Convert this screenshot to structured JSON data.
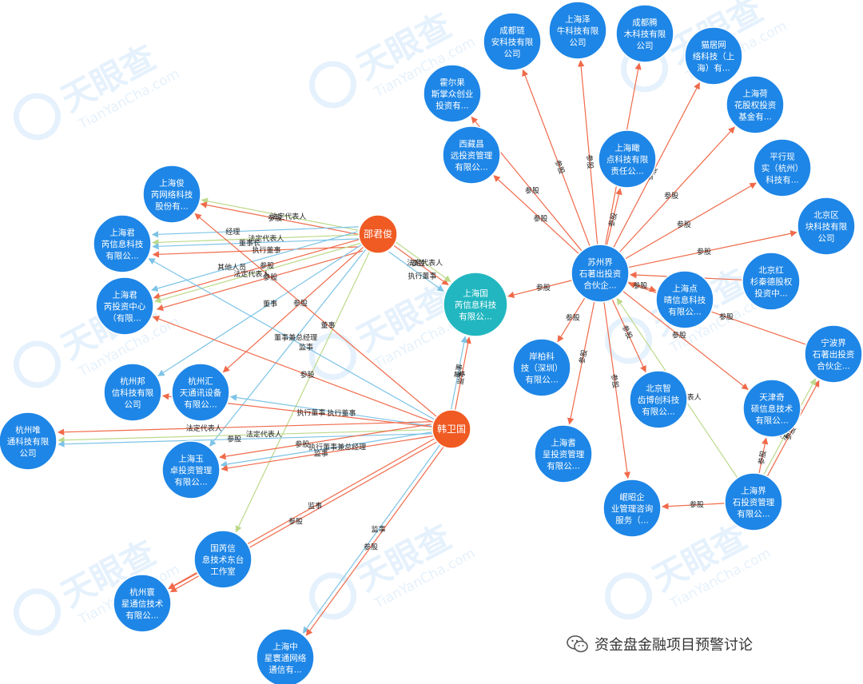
{
  "watermark": {
    "brand": "天眼查",
    "domain": "TianYanCha.com"
  },
  "footer": {
    "text": "资金盘金融项目预警讨论",
    "icon": "wechat-icon"
  },
  "colors": {
    "company": "#1e86e6",
    "person": "#f05a23",
    "target": "#22b7c0",
    "invest_edge": "#f06a4a",
    "legal_edge": "#bcd98a",
    "exec_edge": "#7cc3e6"
  },
  "nodes": [
    {
      "id": "shao",
      "type": "person",
      "label": [
        "邵君俊"
      ]
    },
    {
      "id": "han",
      "type": "person",
      "label": [
        "韩卫国"
      ]
    },
    {
      "id": "target",
      "type": "target",
      "label": [
        "上海国",
        "芮信息科技",
        "有限公..."
      ]
    },
    {
      "id": "jrwl",
      "type": "company",
      "label": [
        "上海俊",
        "芮网络科技",
        "股份有..."
      ]
    },
    {
      "id": "jrxx",
      "type": "company",
      "label": [
        "上海君",
        "芮信息科技",
        "有限公..."
      ]
    },
    {
      "id": "jrtz",
      "type": "company",
      "label": [
        "上海君",
        "芮投资中心",
        "（有限..."
      ]
    },
    {
      "id": "hzbx",
      "type": "company",
      "label": [
        "杭州邦",
        "信科技有限",
        "公司"
      ]
    },
    {
      "id": "hzht",
      "type": "company",
      "label": [
        "杭州汇",
        "天通讯设备",
        "有限公..."
      ]
    },
    {
      "id": "hzwt",
      "type": "company",
      "label": [
        "杭州唯",
        "通科技有限",
        "公司"
      ]
    },
    {
      "id": "shyz",
      "type": "company",
      "label": [
        "上海玉",
        "卓投资管理",
        "有限公..."
      ]
    },
    {
      "id": "gxdt",
      "type": "company",
      "label": [
        "国芮信",
        "息技术东台",
        "工作室"
      ]
    },
    {
      "id": "hzbt",
      "type": "company",
      "label": [
        "杭州寰",
        "星通信技术",
        "有限公..."
      ]
    },
    {
      "id": "shzx",
      "type": "company",
      "label": [
        "上海中",
        "星寰通网络",
        "通信有..."
      ]
    },
    {
      "id": "szj",
      "type": "company",
      "label": [
        "苏州界",
        "石著出投资",
        "合伙企..."
      ]
    },
    {
      "id": "cdla",
      "type": "company",
      "label": [
        "成都链",
        "安科技有限",
        "公司"
      ]
    },
    {
      "id": "shzn",
      "type": "company",
      "label": [
        "上海泽",
        "牛科技有限",
        "公司"
      ]
    },
    {
      "id": "cdtm",
      "type": "company",
      "label": [
        "成都腾",
        "木科技有限",
        "公司"
      ]
    },
    {
      "id": "mjwl",
      "type": "company",
      "label": [
        "猫居网",
        "络科技（上",
        "海）有..."
      ]
    },
    {
      "id": "hegs",
      "type": "company",
      "label": [
        "霍尔果",
        "斯掌众创业",
        "投资有..."
      ]
    },
    {
      "id": "shhh",
      "type": "company",
      "label": [
        "上海荷",
        "花股权投资",
        "基金有..."
      ]
    },
    {
      "id": "xzcy",
      "type": "company",
      "label": [
        "西藏昌",
        "远投资管理",
        "有限公..."
      ]
    },
    {
      "id": "shjd",
      "type": "company",
      "label": [
        "上海瞰",
        "点科技有限",
        "责任公..."
      ]
    },
    {
      "id": "pxxs",
      "type": "company",
      "label": [
        "平行现",
        "实（杭州）",
        "科技有..."
      ]
    },
    {
      "id": "bjqk",
      "type": "company",
      "label": [
        "北京区",
        "块科技有限",
        "公司"
      ]
    },
    {
      "id": "bjhs",
      "type": "company",
      "label": [
        "北京红",
        "杉秦德股权",
        "投资中..."
      ]
    },
    {
      "id": "shdq",
      "type": "company",
      "label": [
        "上海点",
        "晴信息科技",
        "有限公..."
      ]
    },
    {
      "id": "abkj",
      "type": "company",
      "label": [
        "岸柏科",
        "技（深圳）",
        "有限公..."
      ]
    },
    {
      "id": "nbjs",
      "type": "company",
      "label": [
        "宁波界",
        "石著出投资",
        "合伙企..."
      ]
    },
    {
      "id": "bjzz",
      "type": "company",
      "label": [
        "北京智",
        "齿博创科技",
        "有限公..."
      ]
    },
    {
      "id": "tjqs",
      "type": "company",
      "label": [
        "天津奇",
        "硕信息技术",
        "有限公..."
      ]
    },
    {
      "id": "shqc",
      "type": "company",
      "label": [
        "上海耆",
        "呈投资管理",
        "有限公..."
      ]
    },
    {
      "id": "shjs",
      "type": "company",
      "label": [
        "上海界",
        "石投资管理",
        "有限公..."
      ]
    },
    {
      "id": "xzqy",
      "type": "company",
      "label": [
        "岷昭企",
        "业管理咨询",
        "服务（..."
      ]
    }
  ],
  "edges": [
    {
      "from": "shao",
      "to": "jrwl",
      "kind": "legal",
      "label": "法定代表人"
    },
    {
      "from": "shao",
      "to": "jrwl",
      "kind": "invest",
      "label": "参股"
    },
    {
      "from": "shao",
      "to": "jrxx",
      "kind": "legal",
      "label": "法定代表人"
    },
    {
      "from": "shao",
      "to": "jrxx",
      "kind": "exec",
      "label": "董事长"
    },
    {
      "from": "shao",
      "to": "jrxx",
      "kind": "exec",
      "label": "经理"
    },
    {
      "from": "shao",
      "to": "jrxx",
      "kind": "invest",
      "label": "执行董事"
    },
    {
      "from": "shao",
      "to": "jrtz",
      "kind": "invest",
      "label": "参股"
    },
    {
      "from": "shao",
      "to": "jrtz",
      "kind": "legal",
      "label": "法定代表人"
    },
    {
      "from": "shao",
      "to": "jrtz",
      "kind": "exec",
      "label": "其他人员"
    },
    {
      "from": "shao",
      "to": "jrtz",
      "kind": "invest",
      "label": "参股"
    },
    {
      "from": "shao",
      "to": "target",
      "kind": "invest",
      "label": "参股"
    },
    {
      "from": "shao",
      "to": "target",
      "kind": "legal",
      "label": "法定代表人"
    },
    {
      "from": "shao",
      "to": "target",
      "kind": "exec",
      "label": "执行董事"
    },
    {
      "from": "shao",
      "to": "hzbx",
      "kind": "exec",
      "label": "董事"
    },
    {
      "from": "shao",
      "to": "hzht",
      "kind": "invest",
      "label": "参股"
    },
    {
      "from": "shao",
      "to": "shyz",
      "kind": "exec",
      "label": "董事兼总经理"
    },
    {
      "from": "shao",
      "to": "gxdt",
      "kind": "legal",
      "label": ""
    },
    {
      "from": "han",
      "to": "target",
      "kind": "invest",
      "label": "监事"
    },
    {
      "from": "han",
      "to": "target",
      "kind": "exec",
      "label": "董事"
    },
    {
      "from": "han",
      "to": "jrwl",
      "kind": "invest",
      "label": "董事"
    },
    {
      "from": "han",
      "to": "jrxx",
      "kind": "exec",
      "label": "监事"
    },
    {
      "from": "han",
      "to": "jrtz",
      "kind": "invest",
      "label": "参股"
    },
    {
      "from": "han",
      "to": "hzbx",
      "kind": "invest",
      "label": "执行董事"
    },
    {
      "from": "han",
      "to": "hzht",
      "kind": "exec",
      "label": "执行董事"
    },
    {
      "from": "han",
      "to": "hzwt",
      "kind": "legal",
      "label": "法定代表人"
    },
    {
      "from": "han",
      "to": "hzwt",
      "kind": "exec",
      "label": "参股"
    },
    {
      "from": "han",
      "to": "hzwt",
      "kind": "invest",
      "label": "法定代表人"
    },
    {
      "from": "han",
      "to": "shyz",
      "kind": "exec",
      "label": "执行董事兼总经理"
    },
    {
      "from": "han",
      "to": "shyz",
      "kind": "invest",
      "label": "监事"
    },
    {
      "from": "han",
      "to": "shyz",
      "kind": "invest",
      "label": "参股"
    },
    {
      "from": "han",
      "to": "hzbt",
      "kind": "invest",
      "label": "监事"
    },
    {
      "from": "han",
      "to": "hzbt",
      "kind": "invest",
      "label": "参股"
    },
    {
      "from": "han",
      "to": "shzx",
      "kind": "exec",
      "label": "监事"
    },
    {
      "from": "han",
      "to": "shzx",
      "kind": "invest",
      "label": "参股"
    },
    {
      "from": "gxdt",
      "to": "hzbt",
      "kind": "invest",
      "label": ""
    },
    {
      "from": "szj",
      "to": "target",
      "kind": "invest",
      "label": "参股"
    },
    {
      "from": "szj",
      "to": "cdla",
      "kind": "invest",
      "label": "参股"
    },
    {
      "from": "szj",
      "to": "shzn",
      "kind": "invest",
      "label": "参股"
    },
    {
      "from": "szj",
      "to": "cdtm",
      "kind": "invest",
      "label": "参股"
    },
    {
      "from": "szj",
      "to": "mjwl",
      "kind": "invest",
      "label": "参股"
    },
    {
      "from": "szj",
      "to": "hegs",
      "kind": "invest",
      "label": "参股"
    },
    {
      "from": "szj",
      "to": "shhh",
      "kind": "invest",
      "label": "参股"
    },
    {
      "from": "szj",
      "to": "xzcy",
      "kind": "invest",
      "label": "参股"
    },
    {
      "from": "szj",
      "to": "shjd",
      "kind": "invest",
      "label": "参股"
    },
    {
      "from": "szj",
      "to": "pxxs",
      "kind": "invest",
      "label": "参股"
    },
    {
      "from": "szj",
      "to": "bjqk",
      "kind": "invest",
      "label": "参股"
    },
    {
      "from": "szj",
      "to": "shdq",
      "kind": "invest",
      "label": "参股"
    },
    {
      "from": "szj",
      "to": "abkj",
      "kind": "invest",
      "label": "参股"
    },
    {
      "from": "szj",
      "to": "shqc",
      "kind": "invest",
      "label": "参股"
    },
    {
      "from": "szj",
      "to": "bjzz",
      "kind": "invest",
      "label": "参股"
    },
    {
      "from": "szj",
      "to": "xzqy",
      "kind": "invest",
      "label": "参股"
    },
    {
      "from": "szj",
      "to": "tjqs",
      "kind": "invest",
      "label": "参股"
    },
    {
      "from": "bjhs",
      "to": "szj",
      "kind": "invest",
      "label": ""
    },
    {
      "from": "nbjs",
      "to": "szj",
      "kind": "invest",
      "label": "参股"
    },
    {
      "from": "shjs",
      "to": "szj",
      "kind": "legal",
      "label": "法定代表人"
    },
    {
      "from": "shjs",
      "to": "xzqy",
      "kind": "invest",
      "label": "参股"
    },
    {
      "from": "shjs",
      "to": "tjqs",
      "kind": "invest",
      "label": "参股"
    },
    {
      "from": "shjs",
      "to": "nbjs",
      "kind": "invest",
      "label": "参股"
    },
    {
      "from": "shjs",
      "to": "nbjs",
      "kind": "legal",
      "label": "法定代表人"
    }
  ]
}
